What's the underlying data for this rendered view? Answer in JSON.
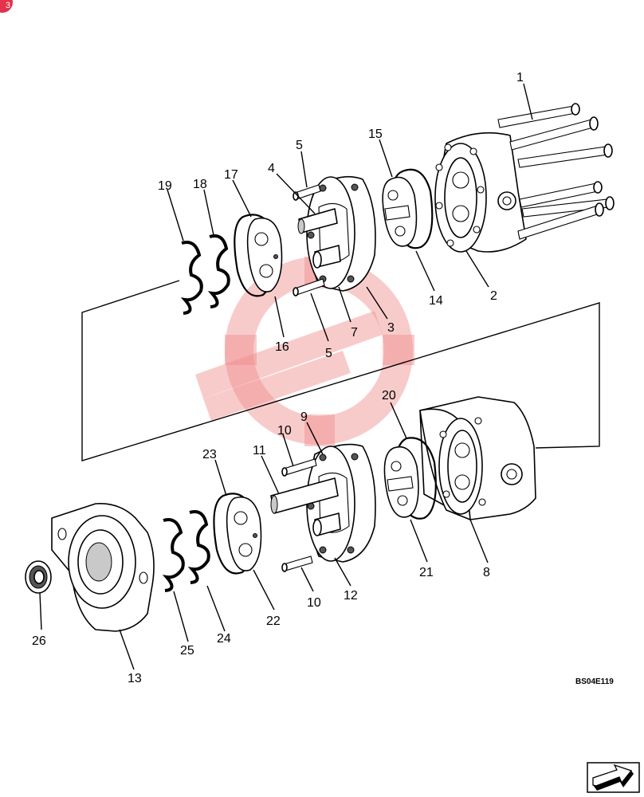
{
  "diagram": {
    "drawing_code": "BS04E119",
    "part_labels": [
      "1",
      "2",
      "3",
      "4",
      "5",
      "5",
      "7",
      "9",
      "10",
      "10",
      "11",
      "12",
      "13",
      "14",
      "15",
      "16",
      "17",
      "18",
      "19",
      "20",
      "21",
      "22",
      "23",
      "24",
      "25",
      "26",
      "8"
    ],
    "corner_badge": "3"
  },
  "colors": {
    "watermark": "#f08c8c",
    "badge": "#e3324b"
  },
  "icons": {
    "next_page": "next-page-arrow-icon"
  }
}
